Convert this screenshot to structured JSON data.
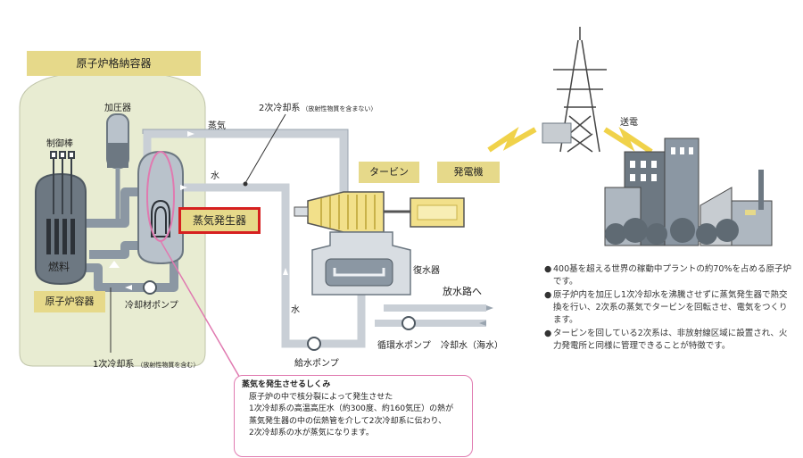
{
  "labels": {
    "containment": "原子炉格納容器",
    "pressurizer": "加圧器",
    "control_rod": "制御棒",
    "fuel": "燃料",
    "reactor_vessel": "原子炉容器",
    "coolant_pump": "冷却材ポンプ",
    "primary_system": "1次冷却系",
    "primary_note": "（放射性物質を含む）",
    "secondary_system": "2次冷却系",
    "secondary_note": "（放射性物質を含まない）",
    "steam": "蒸気",
    "water_top": "水",
    "water_side": "水",
    "steam_generator": "蒸気発生器",
    "turbine": "タービン",
    "generator": "発電機",
    "condenser": "復水器",
    "to_discharge": "放水路へ",
    "circulating_pump": "循環水ポンプ",
    "cooling_water": "冷却水（海水）",
    "feed_pump": "給水ポンプ",
    "transmission": "送電"
  },
  "callout": {
    "title": "蒸気を発生させるしくみ",
    "lines": [
      "原子炉の中で核分裂によって発生させた",
      "1次冷却系の高温高圧水（約300度、約160気圧）の熱が",
      "蒸気発生器の中の伝熱管を介して2次冷却系に伝わり、",
      "2次冷却系の水が蒸気になります。"
    ]
  },
  "bullets": [
    "400基を超える世界の稼動中プラントの約70%を占める原子炉です。",
    "原子炉内を加圧し1次冷却水を沸騰させずに蒸気発生器で熱交換を行い、2次系の蒸気でタービンを回転させ、電気をつくります。",
    "タービンを回している2次系は、非放射線区域に設置され、火力発電所と同様に管理できることが特徴です。"
  ],
  "colors": {
    "containment_fill": "#e8ecd2",
    "tan": "#e6d98a",
    "pipe": "#8b97a3",
    "pipe_light": "#c9cfd6",
    "steel": "#6d7882",
    "highlight_red": "#d62020",
    "callout_pink": "#e07ab0",
    "turbine_yellow": "#f2e08a"
  }
}
